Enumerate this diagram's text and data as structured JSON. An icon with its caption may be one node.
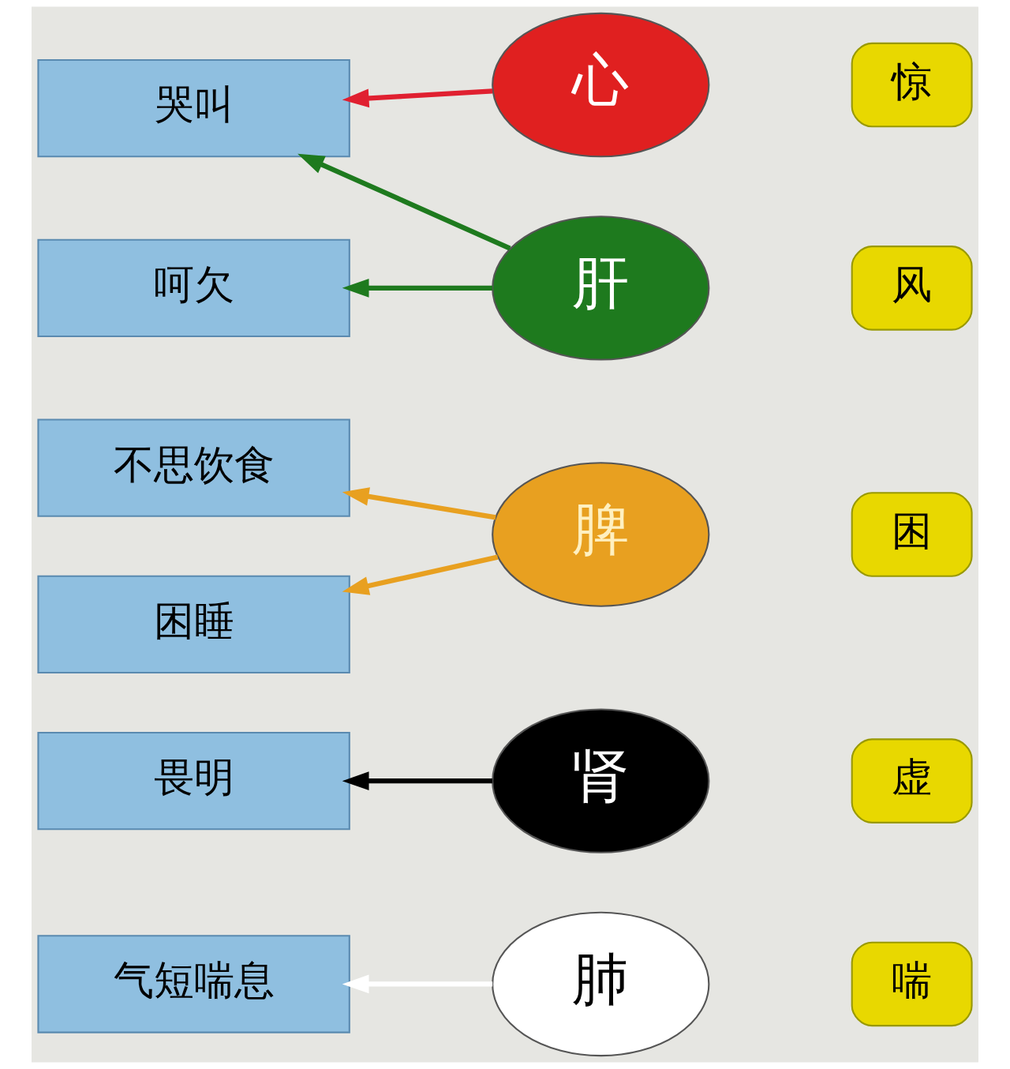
{
  "diagram": {
    "nodes": [
      {
        "text": [
          "气短喘息"
        ]
      },
      {
        "text": [
          "畏明"
        ]
      },
      {
        "text": [
          "不思饮食"
        ]
      },
      {
        "text": [
          "哭叫"
        ]
      },
      {
        "text": [
          "困睡"
        ]
      },
      {
        "text": [
          "呵欠"
        ]
      },
      {
        "text": [
          "心"
        ]
      },
      {
        "text": [
          "肝"
        ]
      },
      {
        "text": [
          "脾"
        ]
      },
      {
        "text": [
          "肺"
        ]
      },
      {
        "text": [
          "肾"
        ]
      },
      {
        "text": [
          "惊"
        ]
      },
      {
        "text": [
          "风"
        ]
      },
      {
        "text": [
          "困"
        ]
      },
      {
        "text": [
          "喘"
        ]
      },
      {
        "text": [
          "虚"
        ]
      }
    ],
    "edges": [
      {
        "from": 9,
        "to": 0,
        "arrow": "to",
        "color": "#ffffff"
      },
      {
        "from": 10,
        "to": 1,
        "arrow": "to",
        "color": "#000000"
      },
      {
        "from": 8,
        "to": 2,
        "arrow": "to",
        "color": "#e8a020"
      },
      {
        "from": 6,
        "to": 3,
        "arrow": "to",
        "color": "#e02030"
      },
      {
        "from": 7,
        "to": 3,
        "arrow": "to",
        "color": "#1e7a1e"
      },
      {
        "from": 8,
        "to": 4,
        "arrow": "to",
        "color": "#e8a020"
      },
      {
        "from": 7,
        "to": 5,
        "arrow": "to",
        "color": "#1e7a1e"
      }
    ]
  }
}
